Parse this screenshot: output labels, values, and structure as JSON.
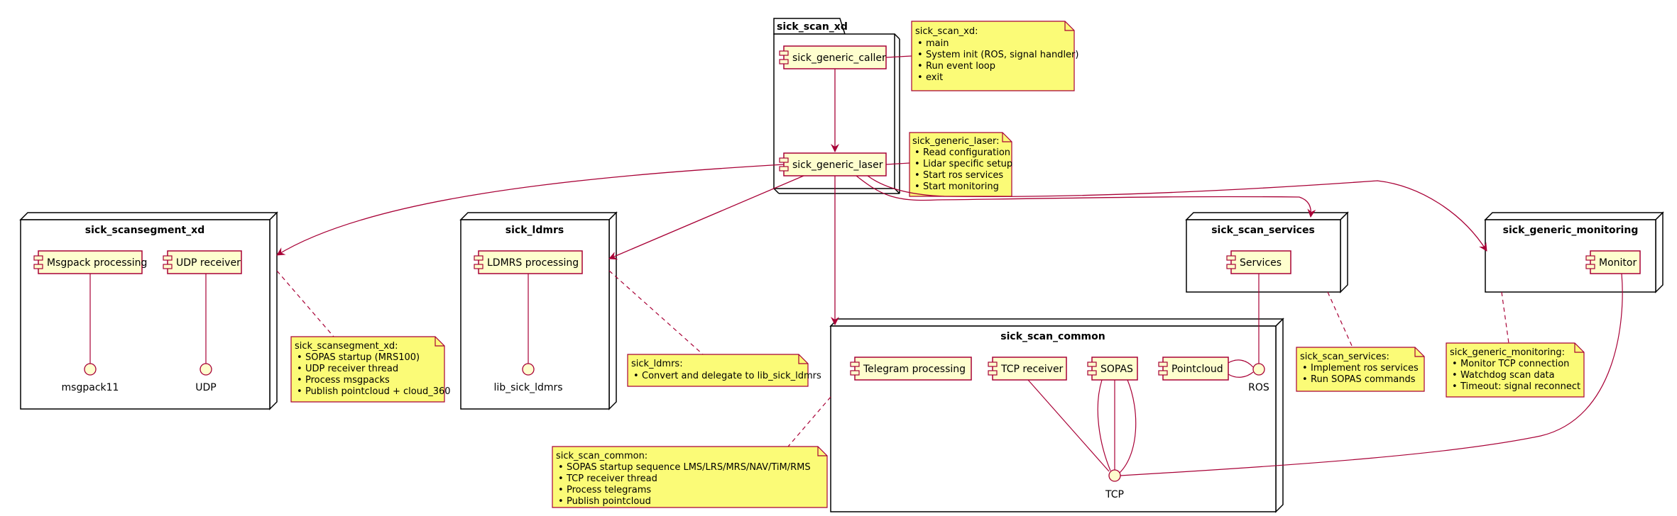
{
  "colors": {
    "line": "#A80036",
    "component_fill": "#FEFECE",
    "note_fill": "#FBFB77",
    "frame_fill": "#FFFFFF",
    "border": "#000000"
  },
  "packages": {
    "scan_xd": "sick_scan_xd",
    "scansegment_xd": "sick_scansegment_xd",
    "ldmrs": "sick_ldmrs",
    "common": "sick_scan_common",
    "services": "sick_scan_services",
    "monitoring": "sick_generic_monitoring"
  },
  "components": {
    "caller": "sick_generic_caller",
    "laser": "sick_generic_laser",
    "msgpack_processing": "Msgpack processing",
    "udp_receiver": "UDP receiver",
    "ldmrs_processing": "LDMRS processing",
    "telegram_processing": "Telegram processing",
    "tcp_receiver": "TCP receiver",
    "sopas": "SOPAS",
    "pointcloud": "Pointcloud",
    "services": "Services",
    "monitor": "Monitor"
  },
  "interfaces": {
    "msgpack11": "msgpack11",
    "udp": "UDP",
    "lib_sick_ldmrs": "lib_sick_ldmrs",
    "ros": "ROS",
    "tcp": "TCP"
  },
  "notes": {
    "scan_xd": {
      "title": "sick_scan_xd:",
      "items": [
        "main",
        "System init (ROS, signal handler)",
        "Run event loop",
        "exit"
      ]
    },
    "laser": {
      "title": "sick_generic_laser:",
      "items": [
        "Read configuration",
        "Lidar specific setup",
        "Start ros services",
        "Start monitoring"
      ]
    },
    "scansegment": {
      "title": "sick_scansegment_xd:",
      "items": [
        "SOPAS startup (MRS100)",
        "UDP receiver thread",
        "Process msgpacks",
        "Publish pointcloud + cloud_360"
      ]
    },
    "ldmrs": {
      "title": "sick_ldmrs:",
      "items": [
        "Convert and delegate to lib_sick_ldmrs"
      ]
    },
    "common": {
      "title": "sick_scan_common:",
      "items": [
        "SOPAS startup sequence LMS/LRS/MRS/NAV/TiM/RMS",
        "TCP receiver thread",
        "Process telegrams",
        "Publish pointcloud"
      ]
    },
    "services": {
      "title": "sick_scan_services:",
      "items": [
        "Implement ros services",
        "Run SOPAS commands"
      ]
    },
    "monitoring": {
      "title": "sick_generic_monitoring:",
      "items": [
        "Monitor TCP connection",
        "Watchdog scan data",
        "Timeout: signal reconnect"
      ]
    }
  }
}
